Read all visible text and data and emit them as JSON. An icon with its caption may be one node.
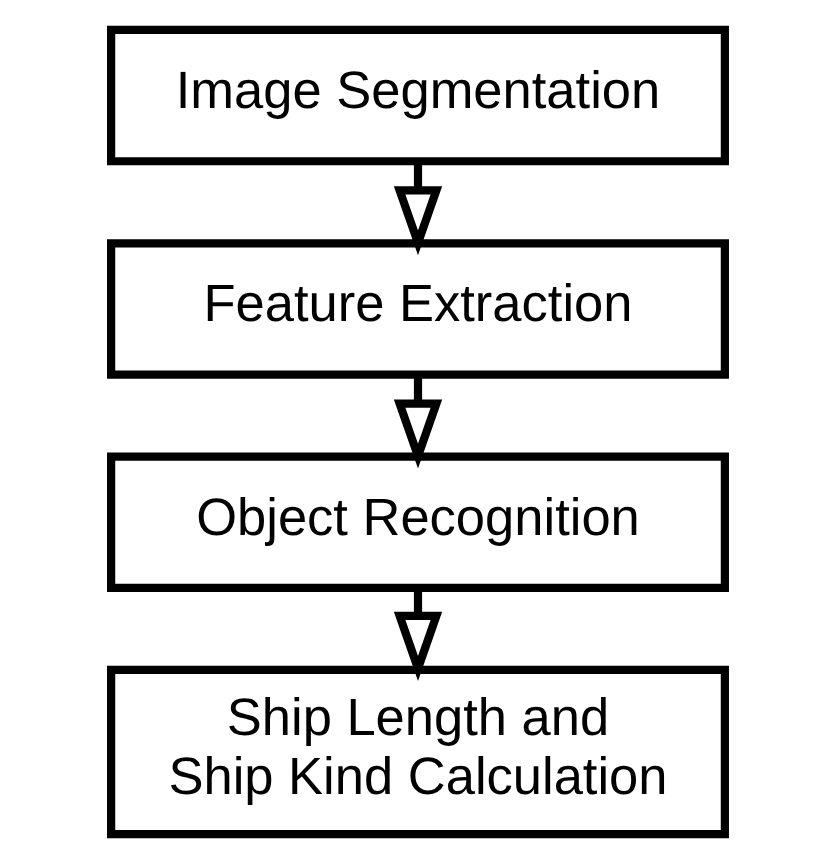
{
  "diagram": {
    "nodes": [
      {
        "text": [
          "Image Segmentation"
        ]
      },
      {
        "text": [
          "Feature Extraction"
        ]
      },
      {
        "text": [
          "Object Recognition"
        ]
      },
      {
        "text": [
          "Ship Length and Ship Kind Calculation"
        ]
      }
    ],
    "edges": [
      {
        "from": 0,
        "to": 1,
        "arrow": "to"
      },
      {
        "from": 1,
        "to": 2,
        "arrow": "to"
      },
      {
        "from": 2,
        "to": 3,
        "arrow": "to"
      }
    ]
  }
}
